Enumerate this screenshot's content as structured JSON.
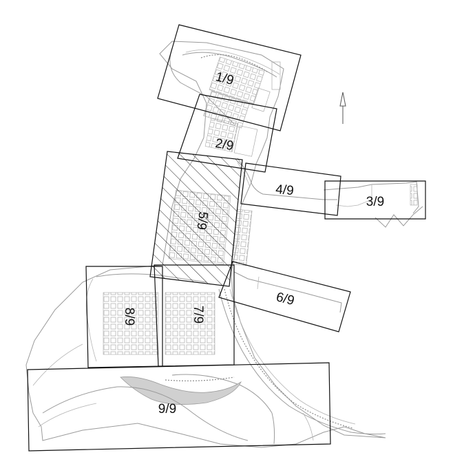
{
  "sheets": [
    {
      "id": "1",
      "label": "1/9"
    },
    {
      "id": "2",
      "label": "2/9"
    },
    {
      "id": "3",
      "label": "3/9"
    },
    {
      "id": "4",
      "label": "4/9"
    },
    {
      "id": "5",
      "label": "5/9",
      "highlighted": true
    },
    {
      "id": "6",
      "label": "6/9"
    },
    {
      "id": "7",
      "label": "7/9"
    },
    {
      "id": "8",
      "label": "8/9"
    },
    {
      "id": "9",
      "label": "9/9"
    }
  ],
  "north_arrow": "north-arrow-icon",
  "colors": {
    "frame": "#111111",
    "site": "#9a9a9a",
    "hatch": "#222222"
  }
}
